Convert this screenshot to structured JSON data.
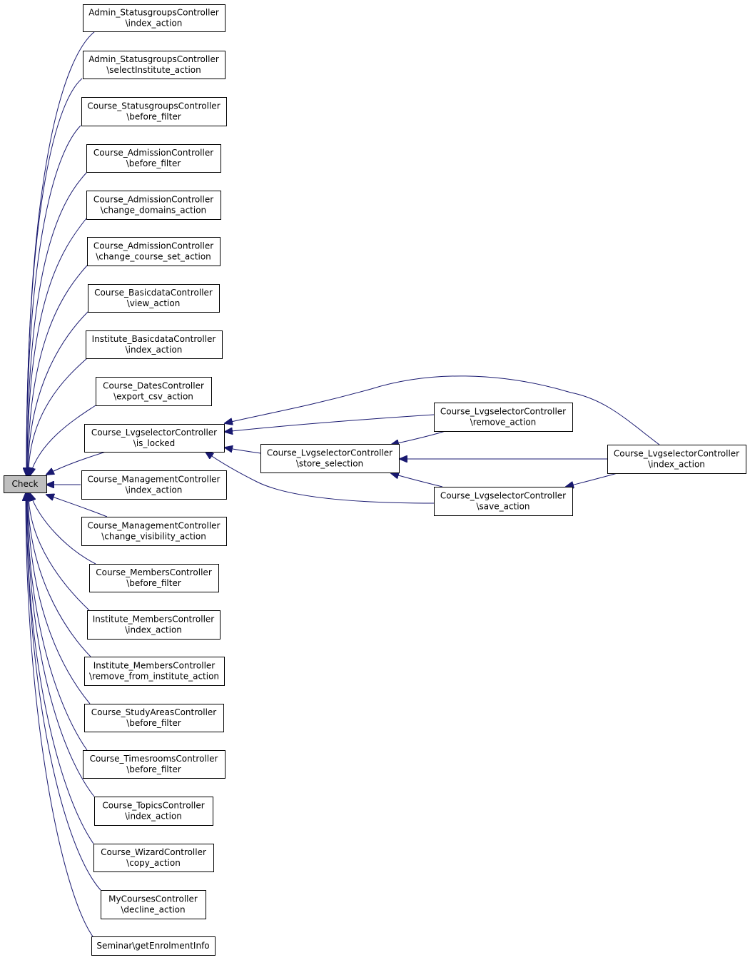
{
  "colors": {
    "edge": "#191970",
    "node_fill": "#ffffff",
    "node_border": "#000000",
    "focus_fill": "#bfbfbf"
  },
  "nodes": [
    {
      "id": "check",
      "lines": [
        "Check"
      ],
      "focus": true
    },
    {
      "id": "n1",
      "lines": [
        "Admin_StatusgroupsController",
        "\\index_action"
      ]
    },
    {
      "id": "n2",
      "lines": [
        "Admin_StatusgroupsController",
        "\\selectInstitute_action"
      ]
    },
    {
      "id": "n3",
      "lines": [
        "Course_StatusgroupsController",
        "\\before_filter"
      ]
    },
    {
      "id": "n4",
      "lines": [
        "Course_AdmissionController",
        "\\before_filter"
      ]
    },
    {
      "id": "n5",
      "lines": [
        "Course_AdmissionController",
        "\\change_domains_action"
      ]
    },
    {
      "id": "n6",
      "lines": [
        "Course_AdmissionController",
        "\\change_course_set_action"
      ]
    },
    {
      "id": "n7",
      "lines": [
        "Course_BasicdataController",
        "\\view_action"
      ]
    },
    {
      "id": "n8",
      "lines": [
        "Institute_BasicdataController",
        "\\index_action"
      ]
    },
    {
      "id": "n9",
      "lines": [
        "Course_DatesController",
        "\\export_csv_action"
      ]
    },
    {
      "id": "n10",
      "lines": [
        "Course_LvgselectorController",
        "\\is_locked"
      ]
    },
    {
      "id": "n11",
      "lines": [
        "Course_ManagementController",
        "\\index_action"
      ]
    },
    {
      "id": "n12",
      "lines": [
        "Course_ManagementController",
        "\\change_visibility_action"
      ]
    },
    {
      "id": "n13",
      "lines": [
        "Course_MembersController",
        "\\before_filter"
      ]
    },
    {
      "id": "n14",
      "lines": [
        "Institute_MembersController",
        "\\index_action"
      ]
    },
    {
      "id": "n15",
      "lines": [
        "Institute_MembersController",
        "\\remove_from_institute_action"
      ]
    },
    {
      "id": "n16",
      "lines": [
        "Course_StudyAreasController",
        "\\before_filter"
      ]
    },
    {
      "id": "n17",
      "lines": [
        "Course_TimesroomsController",
        "\\before_filter"
      ]
    },
    {
      "id": "n18",
      "lines": [
        "Course_TopicsController",
        "\\index_action"
      ]
    },
    {
      "id": "n19",
      "lines": [
        "Course_WizardController",
        "\\copy_action"
      ]
    },
    {
      "id": "n20",
      "lines": [
        "MyCoursesController",
        "\\decline_action"
      ]
    },
    {
      "id": "n21",
      "lines": [
        "Seminar\\getEnrolmentInfo"
      ]
    },
    {
      "id": "store",
      "lines": [
        "Course_LvgselectorController",
        "\\store_selection"
      ]
    },
    {
      "id": "remove",
      "lines": [
        "Course_LvgselectorController",
        "\\remove_action"
      ]
    },
    {
      "id": "save",
      "lines": [
        "Course_LvgselectorController",
        "\\save_action"
      ]
    },
    {
      "id": "index",
      "lines": [
        "Course_LvgselectorController",
        "\\index_action"
      ]
    }
  ],
  "edges": [
    {
      "from": "n1",
      "to": "check"
    },
    {
      "from": "n2",
      "to": "check"
    },
    {
      "from": "n3",
      "to": "check"
    },
    {
      "from": "n4",
      "to": "check"
    },
    {
      "from": "n5",
      "to": "check"
    },
    {
      "from": "n6",
      "to": "check"
    },
    {
      "from": "n7",
      "to": "check"
    },
    {
      "from": "n8",
      "to": "check"
    },
    {
      "from": "n9",
      "to": "check"
    },
    {
      "from": "n10",
      "to": "check"
    },
    {
      "from": "n11",
      "to": "check"
    },
    {
      "from": "n12",
      "to": "check"
    },
    {
      "from": "n13",
      "to": "check"
    },
    {
      "from": "n14",
      "to": "check"
    },
    {
      "from": "n15",
      "to": "check"
    },
    {
      "from": "n16",
      "to": "check"
    },
    {
      "from": "n17",
      "to": "check"
    },
    {
      "from": "n18",
      "to": "check"
    },
    {
      "from": "n19",
      "to": "check"
    },
    {
      "from": "n20",
      "to": "check"
    },
    {
      "from": "n21",
      "to": "check"
    },
    {
      "from": "index",
      "to": "n10"
    },
    {
      "from": "remove",
      "to": "n10"
    },
    {
      "from": "store",
      "to": "n10"
    },
    {
      "from": "save",
      "to": "n10"
    },
    {
      "from": "remove",
      "to": "store"
    },
    {
      "from": "index",
      "to": "store"
    },
    {
      "from": "save",
      "to": "store"
    },
    {
      "from": "index",
      "to": "save"
    }
  ]
}
